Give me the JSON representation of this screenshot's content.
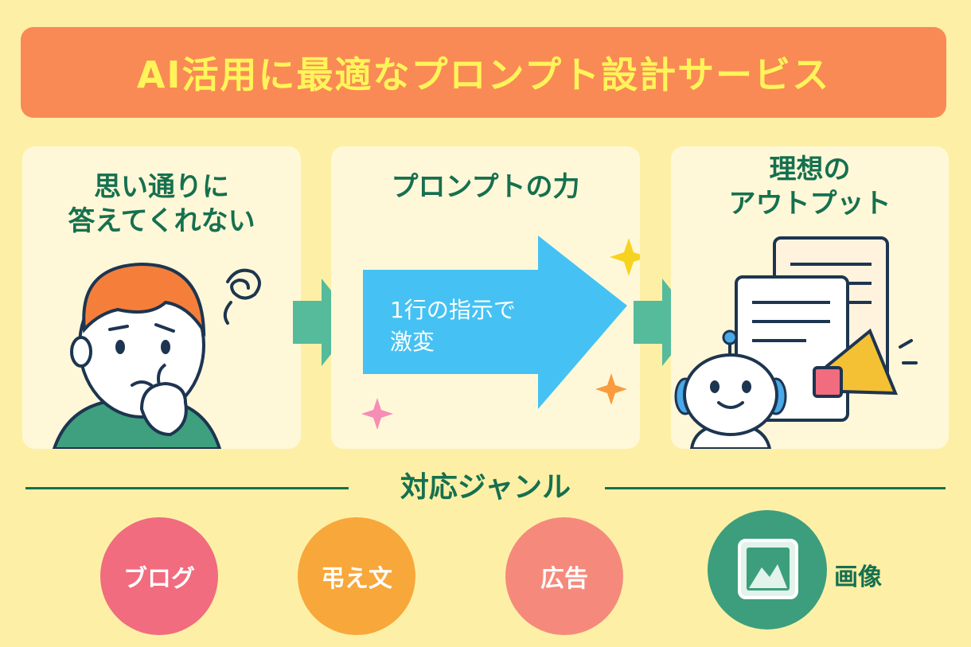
{
  "banner": {
    "title": "AI活用に最適なプロンプト設計サービス"
  },
  "panels": {
    "problem": {
      "line1": "思い通りに",
      "line2": "答えてくれない"
    },
    "power": {
      "title": "プロンプトの力",
      "arrow_line1": "1行の指示で",
      "arrow_line2": "激変"
    },
    "ideal": {
      "line1": "理想の",
      "line2": "アウトプット"
    }
  },
  "genres": {
    "title": "対応ジャンル",
    "items": [
      {
        "label": "ブログ",
        "color": "#f06c7e"
      },
      {
        "label": "弔え文",
        "color": "#f8a73b"
      },
      {
        "label": "広告",
        "color": "#f58a7c"
      },
      {
        "label": "画像",
        "color": "#3c9e7d"
      }
    ]
  },
  "colors": {
    "background": "#fdf0a6",
    "banner": "#f98a55",
    "banner_text": "#fff45a",
    "accent_green": "#16704f",
    "arrow_blue": "#45c2f3",
    "arrow_teal": "#55bb9b"
  },
  "icons": [
    "confused-person-icon",
    "swirl-icon",
    "big-arrow-icon",
    "sparkle-icon",
    "document-icon",
    "robot-icon",
    "megaphone-icon",
    "image-icon"
  ]
}
